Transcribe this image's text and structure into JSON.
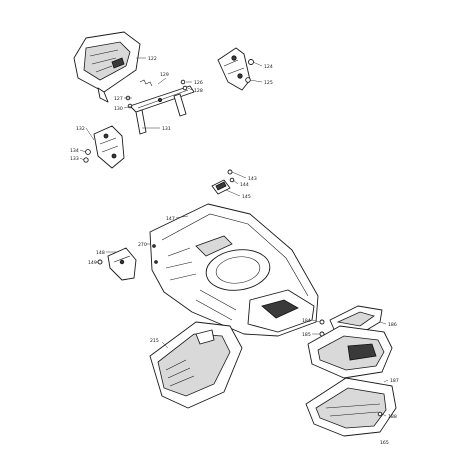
{
  "callouts": {
    "c122": "122",
    "c124": "124",
    "c125": "125",
    "c126": "126",
    "c127": "127",
    "c128": "128",
    "c129": "129",
    "c130": "130",
    "c131": "131",
    "c132": "132",
    "c133": "133",
    "c134": "134",
    "c143": "143",
    "c144": "144",
    "c145": "145",
    "c147": "147",
    "c148": "148",
    "c149": "149",
    "c165": "165",
    "c184": "184",
    "c185": "185",
    "c186": "186",
    "c187": "187",
    "c188": "188",
    "c215": "215",
    "c270": "270"
  }
}
